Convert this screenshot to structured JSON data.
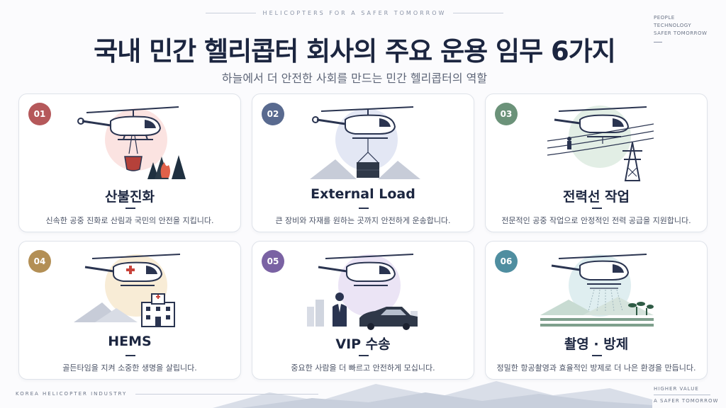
{
  "header": {
    "tagline": "HELICOPTERS FOR A SAFER TOMORROW",
    "corner_lines": [
      "PEOPLE",
      "TECHNOLOGY",
      "SAFER TOMORROW"
    ],
    "title": "국내 민간 헬리콥터 회사의 주요 운용 임무 6가지",
    "subtitle": "하늘에서 더 안전한 사회를 만드는 민간 헬리콥터의 역할"
  },
  "cards": [
    {
      "number": "01",
      "title": "산불진화",
      "desc": "신속한 공중 진화로 산림과 국민의 안전을 지킵니다.",
      "color": "#b5585a",
      "glow": "#fbe3e1",
      "icon": "helicopter-water-bucket-icon"
    },
    {
      "number": "02",
      "title": "External Load",
      "desc": "큰 장비와 자재를 원하는 곳까지 안전하게 운송합니다.",
      "color": "#596a8f",
      "glow": "#e3e7f4",
      "icon": "helicopter-cargo-sling-icon"
    },
    {
      "number": "03",
      "title": "전력선 작업",
      "desc": "전문적인 공중 작업으로 안정적인 전력 공급을 지원합니다.",
      "color": "#6b9279",
      "glow": "#e2eee5",
      "icon": "helicopter-powerline-icon"
    },
    {
      "number": "04",
      "title": "HEMS",
      "desc": "골든타임을 지켜 소중한 생명을 살립니다.",
      "color": "#b38f55",
      "glow": "#f8ecd6",
      "icon": "medical-helicopter-hospital-icon"
    },
    {
      "number": "05",
      "title": "VIP 수송",
      "desc": "중요한 사람을 더 빠르고 안전하게 모십니다.",
      "color": "#7a62a3",
      "glow": "#ebe4f5",
      "icon": "helicopter-vip-car-icon"
    },
    {
      "number": "06",
      "title": "촬영 · 방제",
      "desc": "정밀한 항공촬영과 효율적인 방제로 더 나은 환경을 만듭니다.",
      "color": "#4f8ea0",
      "glow": "#dfeef0",
      "icon": "helicopter-crop-spray-icon"
    }
  ],
  "footer": {
    "left_text": "KOREA HELICOPTER INDUSTRY",
    "right_line1": "HIGHER VALUE",
    "right_line2": "A SAFER TOMORROW"
  }
}
